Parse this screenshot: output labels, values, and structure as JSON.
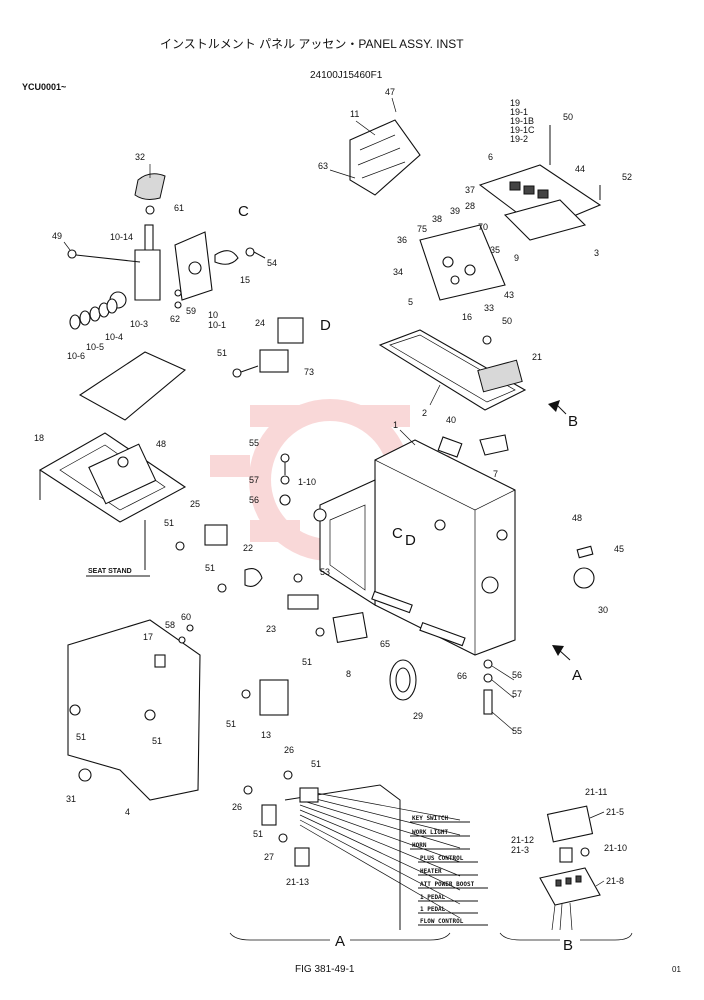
{
  "header": {
    "title": "インストルメント パネル アッセン・PANEL ASSY. INST",
    "serial_range": "YCU0001~",
    "part_number": "24100J15460F1"
  },
  "footer": {
    "figure": "FIG 381-49-1",
    "page": "01"
  },
  "view_letters": {
    "A": "A",
    "B": "B",
    "C": "C",
    "D": "D"
  },
  "seat_stand_label": "SEAT STAND",
  "harness_tags": [
    "KEY SWITCH",
    "WORK LIGHT",
    "HORN",
    "PLUS CONTROL",
    "HEATER",
    "ATT POWER BOOST",
    "1 PEDAL",
    "1 PEDAL",
    "FLOW CONTROL"
  ],
  "callouts": [
    "47",
    "11",
    "63",
    "19",
    "19-1",
    "19-1B",
    "19-1C",
    "19-2",
    "50",
    "6",
    "44",
    "52",
    "37",
    "28",
    "38",
    "39",
    "75",
    "70",
    "36",
    "35",
    "34",
    "3",
    "9",
    "5",
    "16",
    "33",
    "43",
    "32",
    "61",
    "49",
    "10-14",
    "15",
    "54",
    "10-3",
    "10",
    "10-1",
    "59",
    "62",
    "10-4",
    "10-5",
    "10-6",
    "24",
    "51",
    "73",
    "21",
    "2",
    "50",
    "1",
    "40",
    "7",
    "18",
    "48",
    "55",
    "57",
    "56",
    "1-10",
    "25",
    "51",
    "22",
    "53",
    "48",
    "45",
    "30",
    "51",
    "23",
    "60",
    "58",
    "17",
    "65",
    "8",
    "66",
    "56",
    "57",
    "55",
    "29",
    "51",
    "51",
    "13",
    "51",
    "31",
    "4",
    "51",
    "26",
    "51",
    "26",
    "51",
    "27",
    "21-13",
    "21-11",
    "21-5",
    "21-12",
    "21-3",
    "21-10",
    "21-8"
  ]
}
